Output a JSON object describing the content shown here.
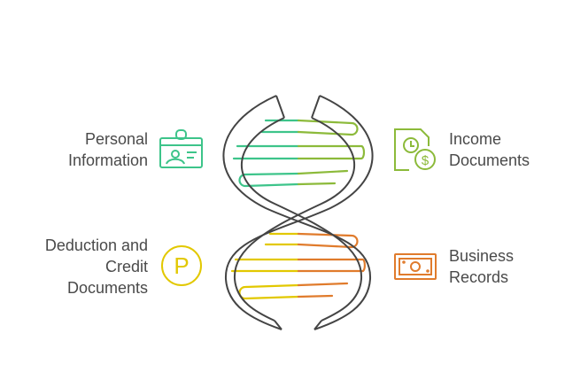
{
  "items": [
    {
      "lines": [
        "Personal",
        "Information"
      ],
      "icon": "id-card-icon",
      "color": "#3dc48a"
    },
    {
      "lines": [
        "Income",
        "Documents"
      ],
      "icon": "document-clock-dollar-icon",
      "color": "#8cba3a"
    },
    {
      "lines": [
        "Deduction and",
        "Credit",
        "Documents"
      ],
      "icon": "parking-circle-icon",
      "color": "#e2c800"
    },
    {
      "lines": [
        "Business",
        "Records"
      ],
      "icon": "cash-bill-icon",
      "color": "#e07b2c"
    }
  ],
  "icon_glyph_p": "P",
  "helix_color": "#444444"
}
